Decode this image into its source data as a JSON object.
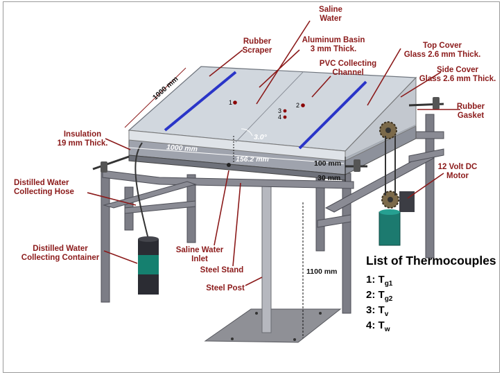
{
  "labels": {
    "saline_water": [
      "Saline",
      "Water"
    ],
    "rubber_scraper": [
      "Rubber",
      "Scraper"
    ],
    "aluminum_basin": [
      "Aluminum Basin",
      "3 mm Thick."
    ],
    "pvc_channel": [
      "PVC Collecting",
      "Channel"
    ],
    "top_cover": [
      "Top Cover",
      "Glass 2.6 mm Thick."
    ],
    "side_cover": [
      "Side Cover",
      "Glass 2.6 mm Thick."
    ],
    "rubber_gasket": [
      "Rubber",
      "Gasket"
    ],
    "motor": [
      "12 Volt DC",
      "Motor"
    ],
    "insulation": [
      "Insulation",
      "19 mm Thick."
    ],
    "distilled_hose": [
      "Distilled Water",
      "Collecting Hose"
    ],
    "container": [
      "Distilled Water",
      "Collecting Container"
    ],
    "saline_inlet": [
      "Saline Water",
      "Inlet"
    ],
    "steel_stand": "Steel Stand",
    "steel_post": "Steel Post"
  },
  "dimensions": {
    "depth": "1000 mm",
    "width": "1000 mm",
    "height_basin": "156.2 mm",
    "angle": "3.0°",
    "side_height": "100 mm",
    "insulation_height": "30 mm",
    "stand_height": "1100 mm"
  },
  "markers": [
    "1",
    "2",
    "3",
    "4"
  ],
  "thermocouples": {
    "title": "List of Thermocouples",
    "items": [
      {
        "num": "1:",
        "sym": "T",
        "sub": "g1"
      },
      {
        "num": "2:",
        "sym": "T",
        "sub": "g2"
      },
      {
        "num": "3:",
        "sym": "T",
        "sub": "v"
      },
      {
        "num": "4:",
        "sym": "T",
        "sub": "w"
      }
    ]
  },
  "colors": {
    "label_text": "#8b1a1a",
    "scraper": "#2a35c8",
    "container_accent": "#15806f"
  }
}
